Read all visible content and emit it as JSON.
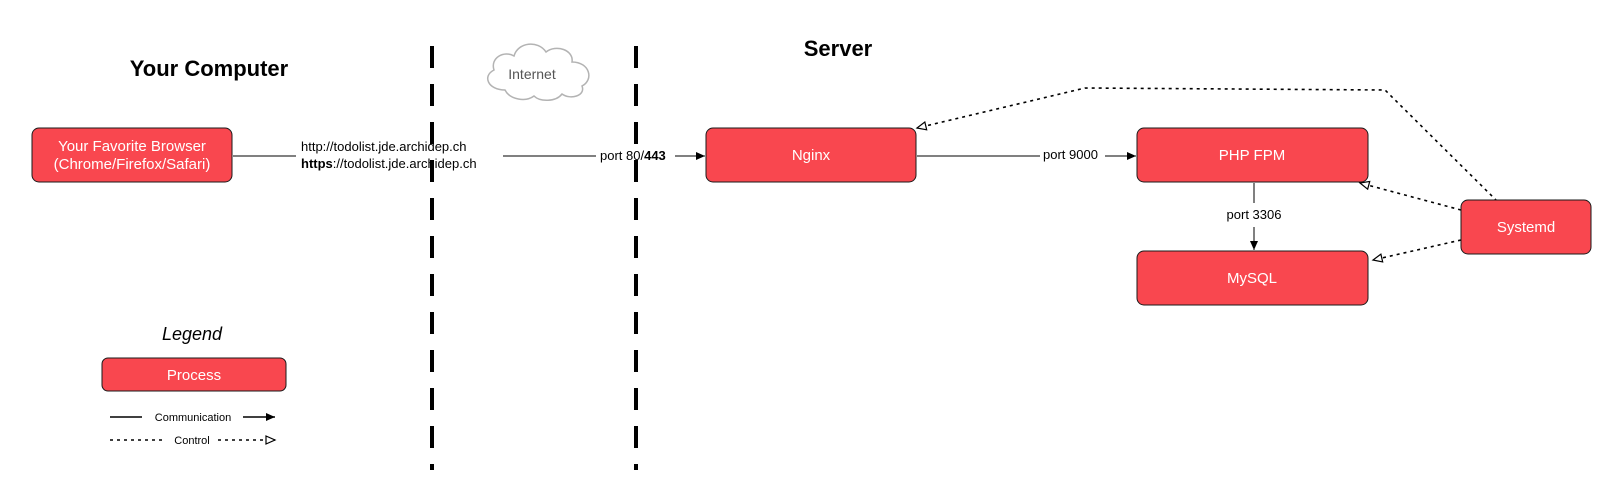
{
  "headings": {
    "your_computer": "Your Computer",
    "server": "Server"
  },
  "cloud": {
    "label": "Internet",
    "icon": "cloud-icon"
  },
  "nodes": {
    "browser": {
      "line1": "Your Favorite Browser",
      "line2": "(Chrome/Firefox/Safari)"
    },
    "nginx": "Nginx",
    "php_fpm": "PHP FPM",
    "mysql": "MySQL",
    "systemd": "Systemd"
  },
  "edges": {
    "url_http": "http://todolist.jde.archidep.ch",
    "url_https_bold": "https",
    "url_https_rest": "://todolist.jde.archidep.ch",
    "port_80_prefix": "port 80/",
    "port_443": "443",
    "port_9000": "port 9000",
    "port_3306": "port 3306"
  },
  "legend": {
    "title": "Legend",
    "process": "Process",
    "communication": "Communication",
    "control": "Control"
  },
  "colors": {
    "process_fill": "#f9474f",
    "process_stroke": "#1a1a1a",
    "line": "#000000",
    "cloud_stroke": "#b3b3b3"
  }
}
